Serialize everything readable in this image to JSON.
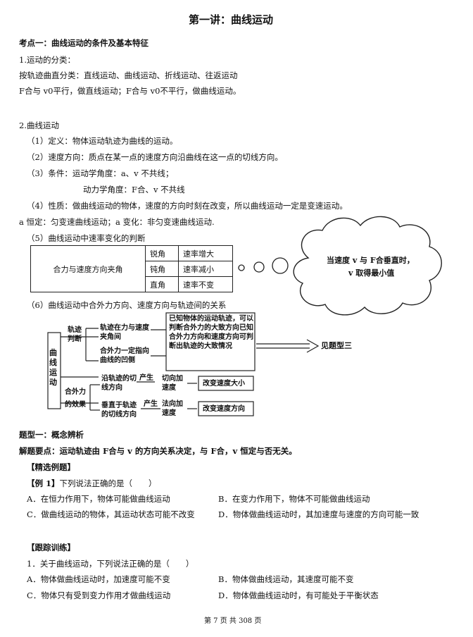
{
  "title": "第一讲：曲线运动",
  "section1": {
    "heading": "考点一：曲线运动的条件及基本特征",
    "item1": "1.运动的分类：",
    "line_a": "按轨迹曲直分类：直线运动、曲线运动、折线运动、往返运动",
    "line_b": "F合与 v0平行，做直线运动；F合与 v0不平行，做曲线运动。"
  },
  "section2": {
    "heading": "2.曲线运动",
    "p1": "（1）定义：物体运动轨迹为曲线的运动。",
    "p2": "（2）速度方向：质点在某一点的速度方向沿曲线在这一点的切线方向。",
    "p3": "（3）条件：运动学角度：a、v 不共线；",
    "p3b": "动力学角度：F合、v 不共线",
    "p4": "（4）性质：做曲线运动的物体，速度的方向时刻在改变，所以曲线运动一定是变速运动。",
    "p4b": "a 恒定：匀变速曲线运动；a 变化：非匀变速曲线运动.",
    "p5": "（5）曲线运动中速率变化的判断",
    "p6": "（6）曲线运动中合外力方向、速度方向与轨迹间的关系"
  },
  "rate_table": {
    "left": "合力与速度方向夹角",
    "rows": [
      {
        "angle": "锐角",
        "result": "速率增大"
      },
      {
        "angle": "钝角",
        "result": "速率减小"
      },
      {
        "angle": "直角",
        "result": "速率不变"
      }
    ]
  },
  "cloud": {
    "line1": "当速度 v 与 F合垂直时，",
    "line2": "v 取得最小值"
  },
  "diagram": {
    "root": "曲线运动",
    "b1": "轨迹判断",
    "b1a": "轨迹在力与速度夹角间",
    "b1b": "合外力一定指向曲线的凹侧",
    "box_text": "已知物体的运动轨迹，可以判断合外力的大致方向已知合外力方向和速度方向可判断出轨迹的大致情况",
    "see": "见题型三",
    "b2": "合外力的效果",
    "b2a": "沿轨迹的切线方向",
    "b2a_mid": "产生",
    "b2a_r1": "切向加速度",
    "b2a_r2": "改变速度大小",
    "b2b": "垂直于轨迹的切线方向",
    "b2b_mid": "产生",
    "b2b_r1": "法向加速度",
    "b2b_r2": "改变速度方向"
  },
  "type1": {
    "heading": "题型一：概念辨析",
    "key": "解题要点：运动轨迹由 F合与 v 的方向关系决定，与 F合，v 恒定与否无关。",
    "example_head": "【精选例题】",
    "q_label": "【例 1】",
    "q_text": "下列说法正确的是（　　）",
    "A": "A．在恒力作用下，物体可能做曲线运动",
    "B": "B．在变力作用下，物体不可能做曲线运动",
    "C": "C．做曲线运动的物体，其运动状态可能不改变",
    "D": "D．物体做曲线运动时，其加速度与速度的方向可能一致"
  },
  "training": {
    "heading": "【跟踪训练】",
    "q": "1．关于曲线运动，下列说法正确的是（　　）",
    "A": "A．物体做曲线运动时，加速度可能不变",
    "B": "B．物体做曲线运动，其速度可能不变",
    "C": "C．物体只有受到变力作用才做曲线运动",
    "D": "D．物体做曲线运动时，有可能处于平衡状态"
  },
  "footer": "第 7 页 共 308 页"
}
